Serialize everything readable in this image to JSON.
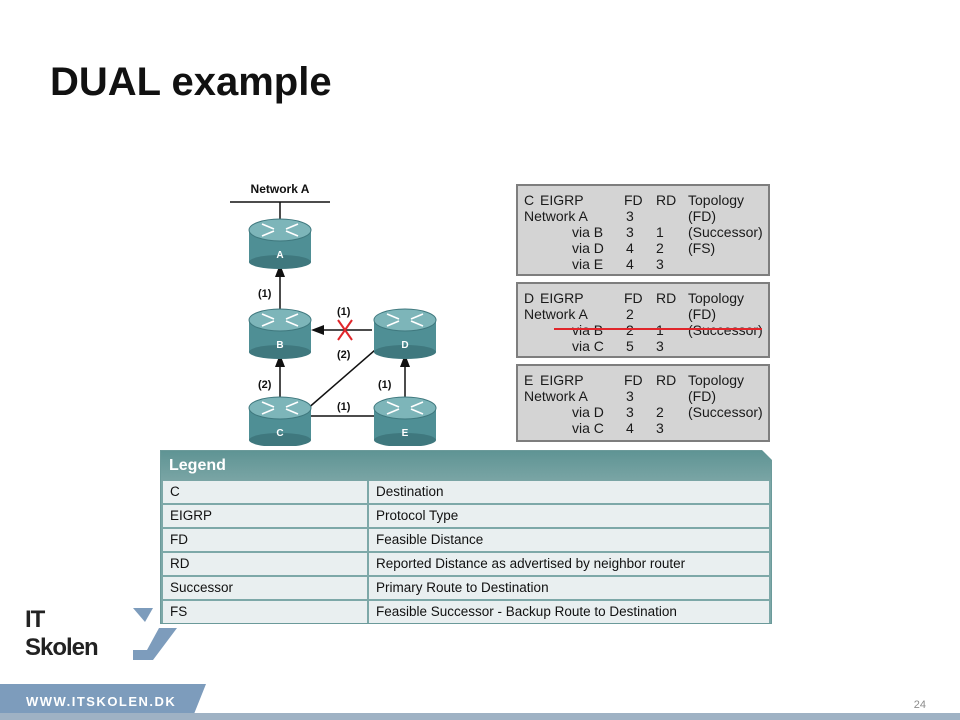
{
  "slide": {
    "title": "DUAL example",
    "page_number": "24"
  },
  "network": {
    "label": "Network A",
    "routers": [
      {
        "id": "A",
        "label": "A"
      },
      {
        "id": "B",
        "label": "B"
      },
      {
        "id": "C",
        "label": "C"
      },
      {
        "id": "D",
        "label": "D"
      },
      {
        "id": "E",
        "label": "E"
      }
    ],
    "link_labels": {
      "a_b": "(1)",
      "b_d_top": "(1)",
      "b_d_bottom": "(2)",
      "b_c": "(2)",
      "c_e": "(1)",
      "e_d": "(1)"
    },
    "failed_link_marker": "X",
    "colors": {
      "router_body": "#4f8f95",
      "router_top": "#7db5b9",
      "failure": "#e0262b"
    }
  },
  "topology_tables": [
    {
      "header": [
        "C",
        "EIGRP",
        "FD",
        "RD",
        "Topology"
      ],
      "rows": [
        [
          "Network A",
          "3",
          "",
          "(FD)"
        ],
        [
          "via B",
          "3",
          "1",
          "(Successor)"
        ],
        [
          "via D",
          "4",
          "2",
          "(FS)"
        ],
        [
          "via E",
          "4",
          "3",
          ""
        ]
      ]
    },
    {
      "header": [
        "D",
        "EIGRP",
        "FD",
        "RD",
        "Topology"
      ],
      "rows": [
        [
          "Network A",
          "2",
          "",
          "(FD)"
        ],
        [
          "via B",
          "2",
          "1",
          "(Successor)"
        ],
        [
          "via C",
          "5",
          "3",
          ""
        ]
      ],
      "struck_row": 1
    },
    {
      "header": [
        "E",
        "EIGRP",
        "FD",
        "RD",
        "Topology"
      ],
      "rows": [
        [
          "Network A",
          "3",
          "",
          "(FD)"
        ],
        [
          "via D",
          "3",
          "2",
          "(Successor)"
        ],
        [
          "via C",
          "4",
          "3",
          ""
        ]
      ]
    }
  ],
  "legend": {
    "title": "Legend",
    "rows": [
      [
        "C",
        "Destination"
      ],
      [
        "EIGRP",
        "Protocol Type"
      ],
      [
        "FD",
        "Feasible Distance"
      ],
      [
        "RD",
        "Reported Distance as advertised by neighbor router"
      ],
      [
        "Successor",
        "Primary Route to Destination"
      ],
      [
        "FS",
        "Feasible Successor - Backup Route to Destination"
      ]
    ]
  },
  "branding": {
    "logo_text": "IT Skolen",
    "url": "WWW.ITSKOLEN.DK",
    "colors": {
      "mark": "#7d9cbc",
      "footer": "#7d9cbc",
      "legend_header": "#5f9494"
    }
  }
}
